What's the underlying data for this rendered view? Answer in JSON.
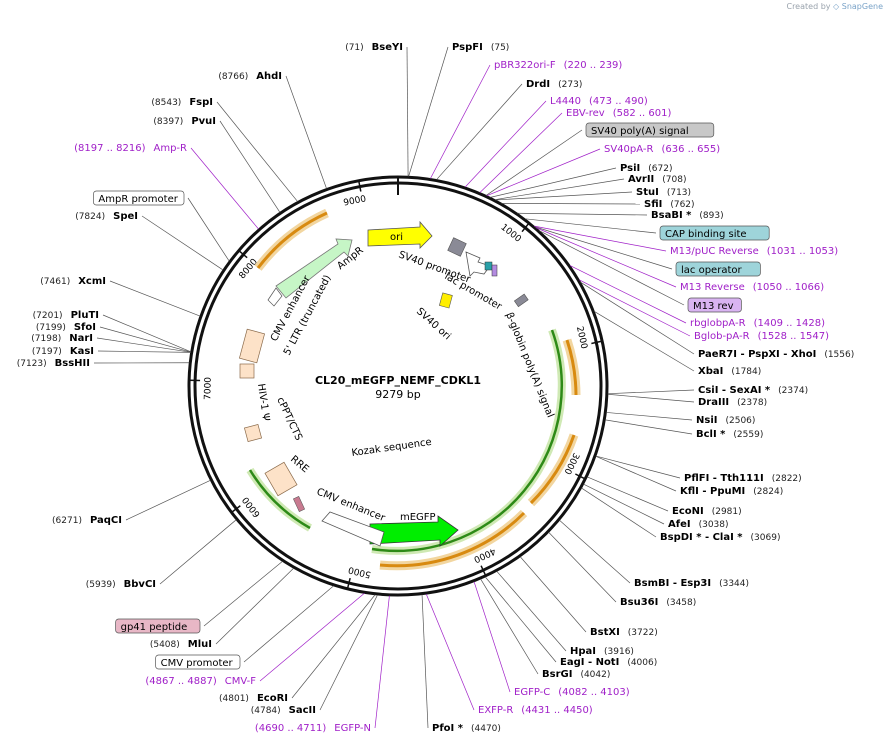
{
  "watermark": {
    "prefix": "Created by",
    "brand": "SnapGene"
  },
  "map": {
    "name": "CL20_mEGFP_NEMF_CDKL1",
    "length_label": "9279 bp",
    "length": 9279
  },
  "ticks": [
    {
      "pos": 1000,
      "label": "1000"
    },
    {
      "pos": 2000,
      "label": "2000"
    },
    {
      "pos": 3000,
      "label": "3000"
    },
    {
      "pos": 4000,
      "label": "4000"
    },
    {
      "pos": 5000,
      "label": "5000"
    },
    {
      "pos": 6000,
      "label": "6000"
    },
    {
      "pos": 7000,
      "label": "7000"
    },
    {
      "pos": 8000,
      "label": "8000"
    },
    {
      "pos": 9000,
      "label": "9000"
    }
  ],
  "inner_features": [
    {
      "label": "ori"
    },
    {
      "label": "AmpR"
    },
    {
      "label": "SV40 promoter"
    },
    {
      "label": "lac promoter"
    },
    {
      "label": "SV40 ori"
    },
    {
      "label": "β-globin poly(A) signal"
    },
    {
      "label": "mEGFP"
    },
    {
      "label": "Kozak sequence"
    },
    {
      "label": "CMV enhancer"
    },
    {
      "label": "RRE"
    },
    {
      "label": "cPPT/CTS"
    },
    {
      "label": "HIV-1 Ψ"
    },
    {
      "label": "5' LTR (truncated)"
    },
    {
      "label": "CMV enhancer"
    }
  ],
  "sites_right": [
    {
      "name": "PspFI",
      "pos": "(75)"
    },
    {
      "name": "pBR322ori-F",
      "pos": "(220 .. 239)",
      "type": "primer"
    },
    {
      "name": "DrdI",
      "pos": "(273)"
    },
    {
      "name": "L4440",
      "pos": "(473 .. 490)",
      "type": "primer"
    },
    {
      "name": "EBV-rev",
      "pos": "(582 .. 601)",
      "type": "primer"
    },
    {
      "name": "SV40 poly(A) signal",
      "type": "box-gray"
    },
    {
      "name": "SV40pA-R",
      "pos": "(636 .. 655)",
      "type": "primer"
    },
    {
      "name": "PsiI",
      "pos": "(672)"
    },
    {
      "name": "AvrII",
      "pos": "(708)"
    },
    {
      "name": "StuI",
      "pos": "(713)"
    },
    {
      "name": "SfiI",
      "pos": "(762)"
    },
    {
      "name": "BsaBI *",
      "pos": "(893)"
    },
    {
      "name": "CAP binding site",
      "type": "box-blue"
    },
    {
      "name": "M13/pUC Reverse",
      "pos": "(1031 .. 1053)",
      "type": "primer"
    },
    {
      "name": "lac operator",
      "type": "box-blue"
    },
    {
      "name": "M13 Reverse",
      "pos": "(1050 .. 1066)",
      "type": "primer"
    },
    {
      "name": "M13 rev",
      "type": "box-purple"
    },
    {
      "name": "rbglobpA-R",
      "pos": "(1409 .. 1428)",
      "type": "primer"
    },
    {
      "name": "Bglob-pA-R",
      "pos": "(1528 .. 1547)",
      "type": "primer"
    },
    {
      "name": "PaeR7I - PspXI - XhoI",
      "pos": "(1556)"
    },
    {
      "name": "XbaI",
      "pos": "(1784)"
    },
    {
      "name": "CsiI - SexAI *",
      "pos": "(2374)"
    },
    {
      "name": "DraIII",
      "pos": "(2378)"
    },
    {
      "name": "NsiI",
      "pos": "(2506)"
    },
    {
      "name": "BclI *",
      "pos": "(2559)"
    },
    {
      "name": "PflFI - Tth111I",
      "pos": "(2822)"
    },
    {
      "name": "KflI - PpuMI",
      "pos": "(2824)"
    },
    {
      "name": "EcoNI",
      "pos": "(2981)"
    },
    {
      "name": "AfeI",
      "pos": "(3038)"
    },
    {
      "name": "BspDI * - ClaI *",
      "pos": "(3069)"
    },
    {
      "name": "BsmBI - Esp3I",
      "pos": "(3344)"
    },
    {
      "name": "Bsu36I",
      "pos": "(3458)"
    },
    {
      "name": "BstXI",
      "pos": "(3722)"
    },
    {
      "name": "HpaI",
      "pos": "(3916)"
    },
    {
      "name": "EagI - NotI",
      "pos": "(4006)"
    },
    {
      "name": "BsrGI",
      "pos": "(4042)"
    },
    {
      "name": "EGFP-C",
      "pos": "(4082 .. 4103)",
      "type": "primer"
    },
    {
      "name": "EXFP-R",
      "pos": "(4431 .. 4450)",
      "type": "primer"
    },
    {
      "name": "PfoI *",
      "pos": "(4470)"
    }
  ],
  "sites_left": [
    {
      "name": "BseYI",
      "pos": "(71)"
    },
    {
      "name": "AhdI",
      "pos": "(8766)"
    },
    {
      "name": "FspI",
      "pos": "(8543)"
    },
    {
      "name": "PvuI",
      "pos": "(8397)"
    },
    {
      "name": "Amp-R",
      "pos": "(8197 .. 8216)",
      "type": "primer"
    },
    {
      "name": "AmpR promoter",
      "type": "box-white"
    },
    {
      "name": "SpeI",
      "pos": "(7824)"
    },
    {
      "name": "XcmI",
      "pos": "(7461)"
    },
    {
      "name": "PluTI",
      "pos": "(7201)"
    },
    {
      "name": "SfoI",
      "pos": "(7199)"
    },
    {
      "name": "NarI",
      "pos": "(7198)"
    },
    {
      "name": "KasI",
      "pos": "(7197)"
    },
    {
      "name": "BssHII",
      "pos": "(7123)"
    },
    {
      "name": "PaqCI",
      "pos": "(6271)"
    },
    {
      "name": "BbvCI",
      "pos": "(5939)"
    },
    {
      "name": "gp41 peptide",
      "type": "box-pink"
    },
    {
      "name": "MluI",
      "pos": "(5408)"
    },
    {
      "name": "CMV promoter",
      "type": "box-white"
    },
    {
      "name": "CMV-F",
      "pos": "(4867 .. 4887)",
      "type": "primer"
    },
    {
      "name": "EcoRI",
      "pos": "(4801)"
    },
    {
      "name": "SacII",
      "pos": "(4784)"
    },
    {
      "name": "EGFP-N",
      "pos": "(4690 .. 4711)",
      "type": "primer"
    }
  ]
}
